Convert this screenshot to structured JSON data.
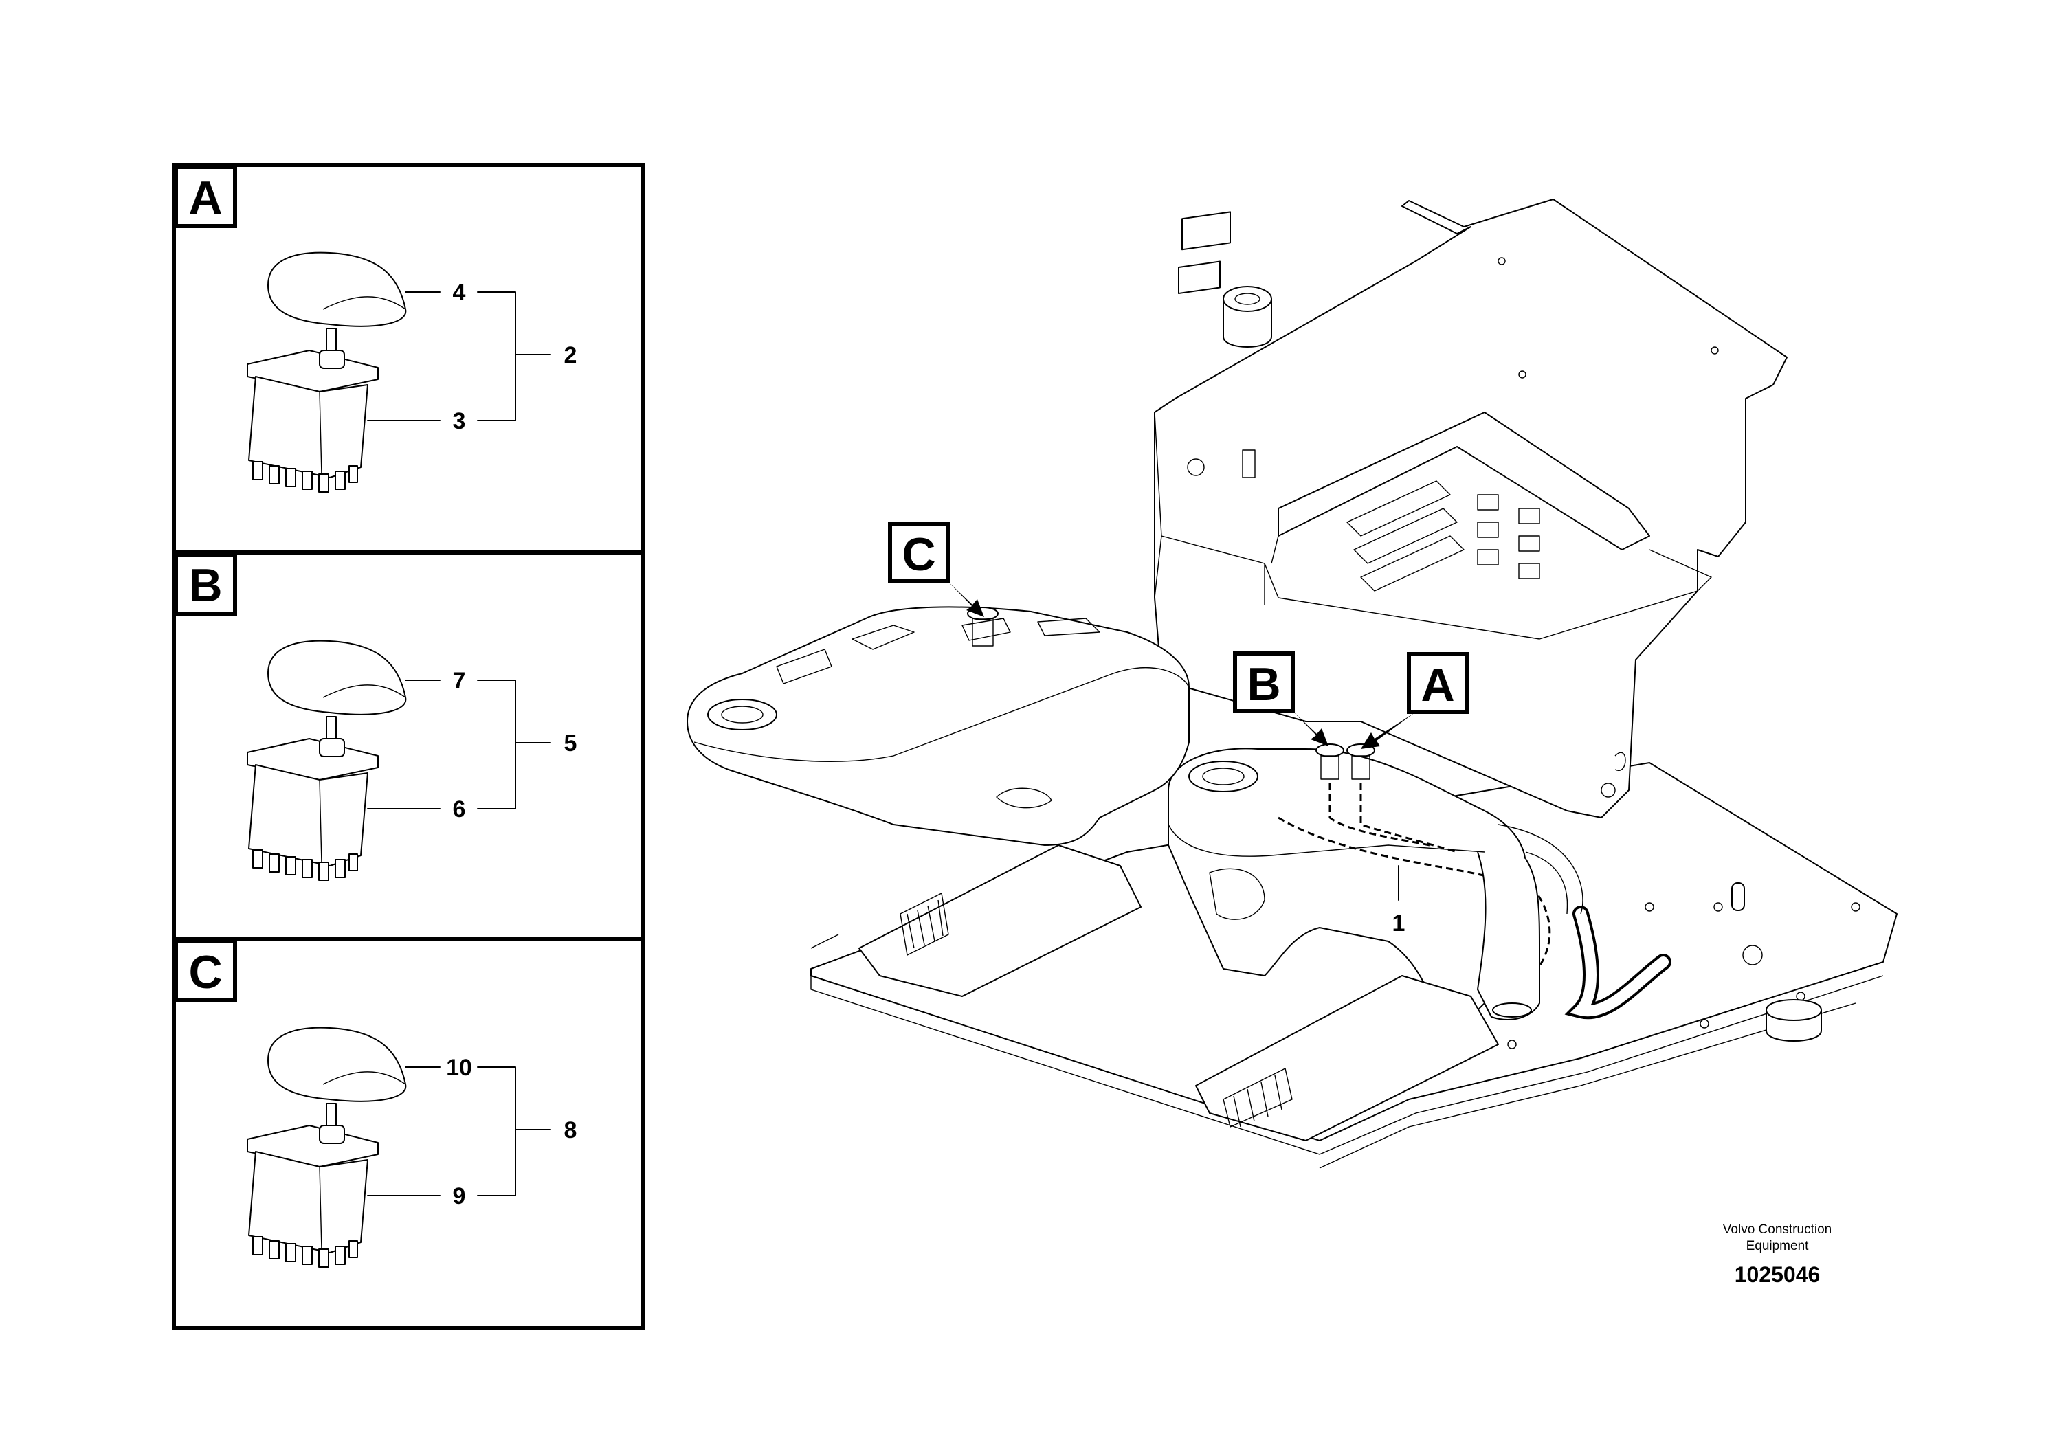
{
  "detail_panels": [
    {
      "letter": "A",
      "assembly_no": "2",
      "knob_no": "4",
      "switch_no": "3"
    },
    {
      "letter": "B",
      "assembly_no": "5",
      "knob_no": "7",
      "switch_no": "6"
    },
    {
      "letter": "C",
      "assembly_no": "8",
      "knob_no": "10",
      "switch_no": "9"
    }
  ],
  "main_view": {
    "callouts": [
      "C",
      "B",
      "A"
    ],
    "harness_no": "1"
  },
  "footer": {
    "company_line1": "Volvo Construction",
    "company_line2": "Equipment",
    "drawing_no": "1025046"
  }
}
